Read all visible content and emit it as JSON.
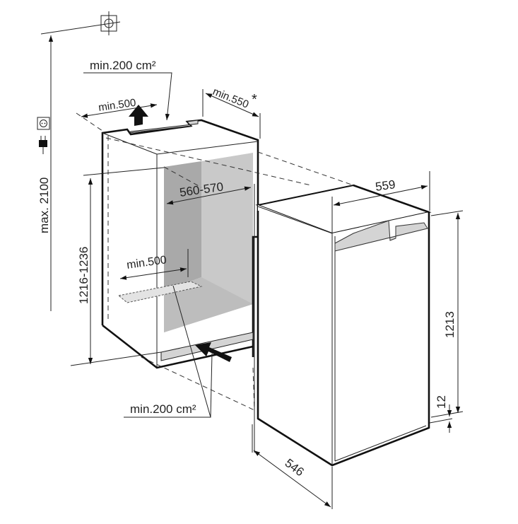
{
  "diagram": {
    "labels": {
      "top_vent_area": "min.200 cm²",
      "top_vent_width": "min.500",
      "depth_min": "min.550",
      "depth_asterisk": "*",
      "max_height": "max. 2100",
      "niche_height": "1216-1236",
      "niche_width": "560-570",
      "bottom_vent_width": "min.500",
      "bottom_vent_area": "min.200 cm²",
      "appliance_width": "559",
      "appliance_height": "1213",
      "door_offset": "12",
      "appliance_depth": "546"
    },
    "icons": [
      "wall-mount-symbol-icon",
      "power-socket-icon",
      "power-plug-icon",
      "airflow-arrow-icon"
    ],
    "colors": {
      "line": "#222222",
      "interior_dark": "#a9a9a9",
      "interior_light": "#c9c9c9",
      "vent": "#d4d4d4"
    }
  }
}
